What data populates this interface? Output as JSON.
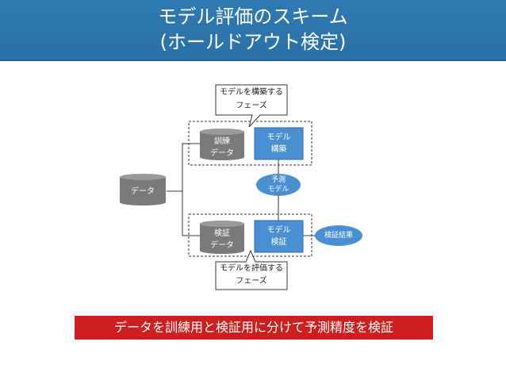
{
  "title": {
    "line1": "モデル評価のスキーム",
    "line2": "(ホールドアウト検定)"
  },
  "diagram": {
    "data_store": "データ",
    "train_data": [
      "訓練",
      "データ"
    ],
    "test_data": [
      "検証",
      "データ"
    ],
    "model_build": [
      "モデル",
      "構築"
    ],
    "model_eval": [
      "モデル",
      "検証"
    ],
    "predict_model": [
      "予測",
      "モデル"
    ],
    "eval_result": "検証結果",
    "callout_build": [
      "モデルを構築する",
      "フェーズ"
    ],
    "callout_eval": [
      "モデルを評価する",
      "フェーズ"
    ]
  },
  "banner": "データを訓練用と検証用に分けて予測精度を検証",
  "colors": {
    "header": "#2f7bb2",
    "box": "#4a8fd1",
    "cylinder": "#7a7a7a",
    "banner": "#cc1f1f"
  }
}
